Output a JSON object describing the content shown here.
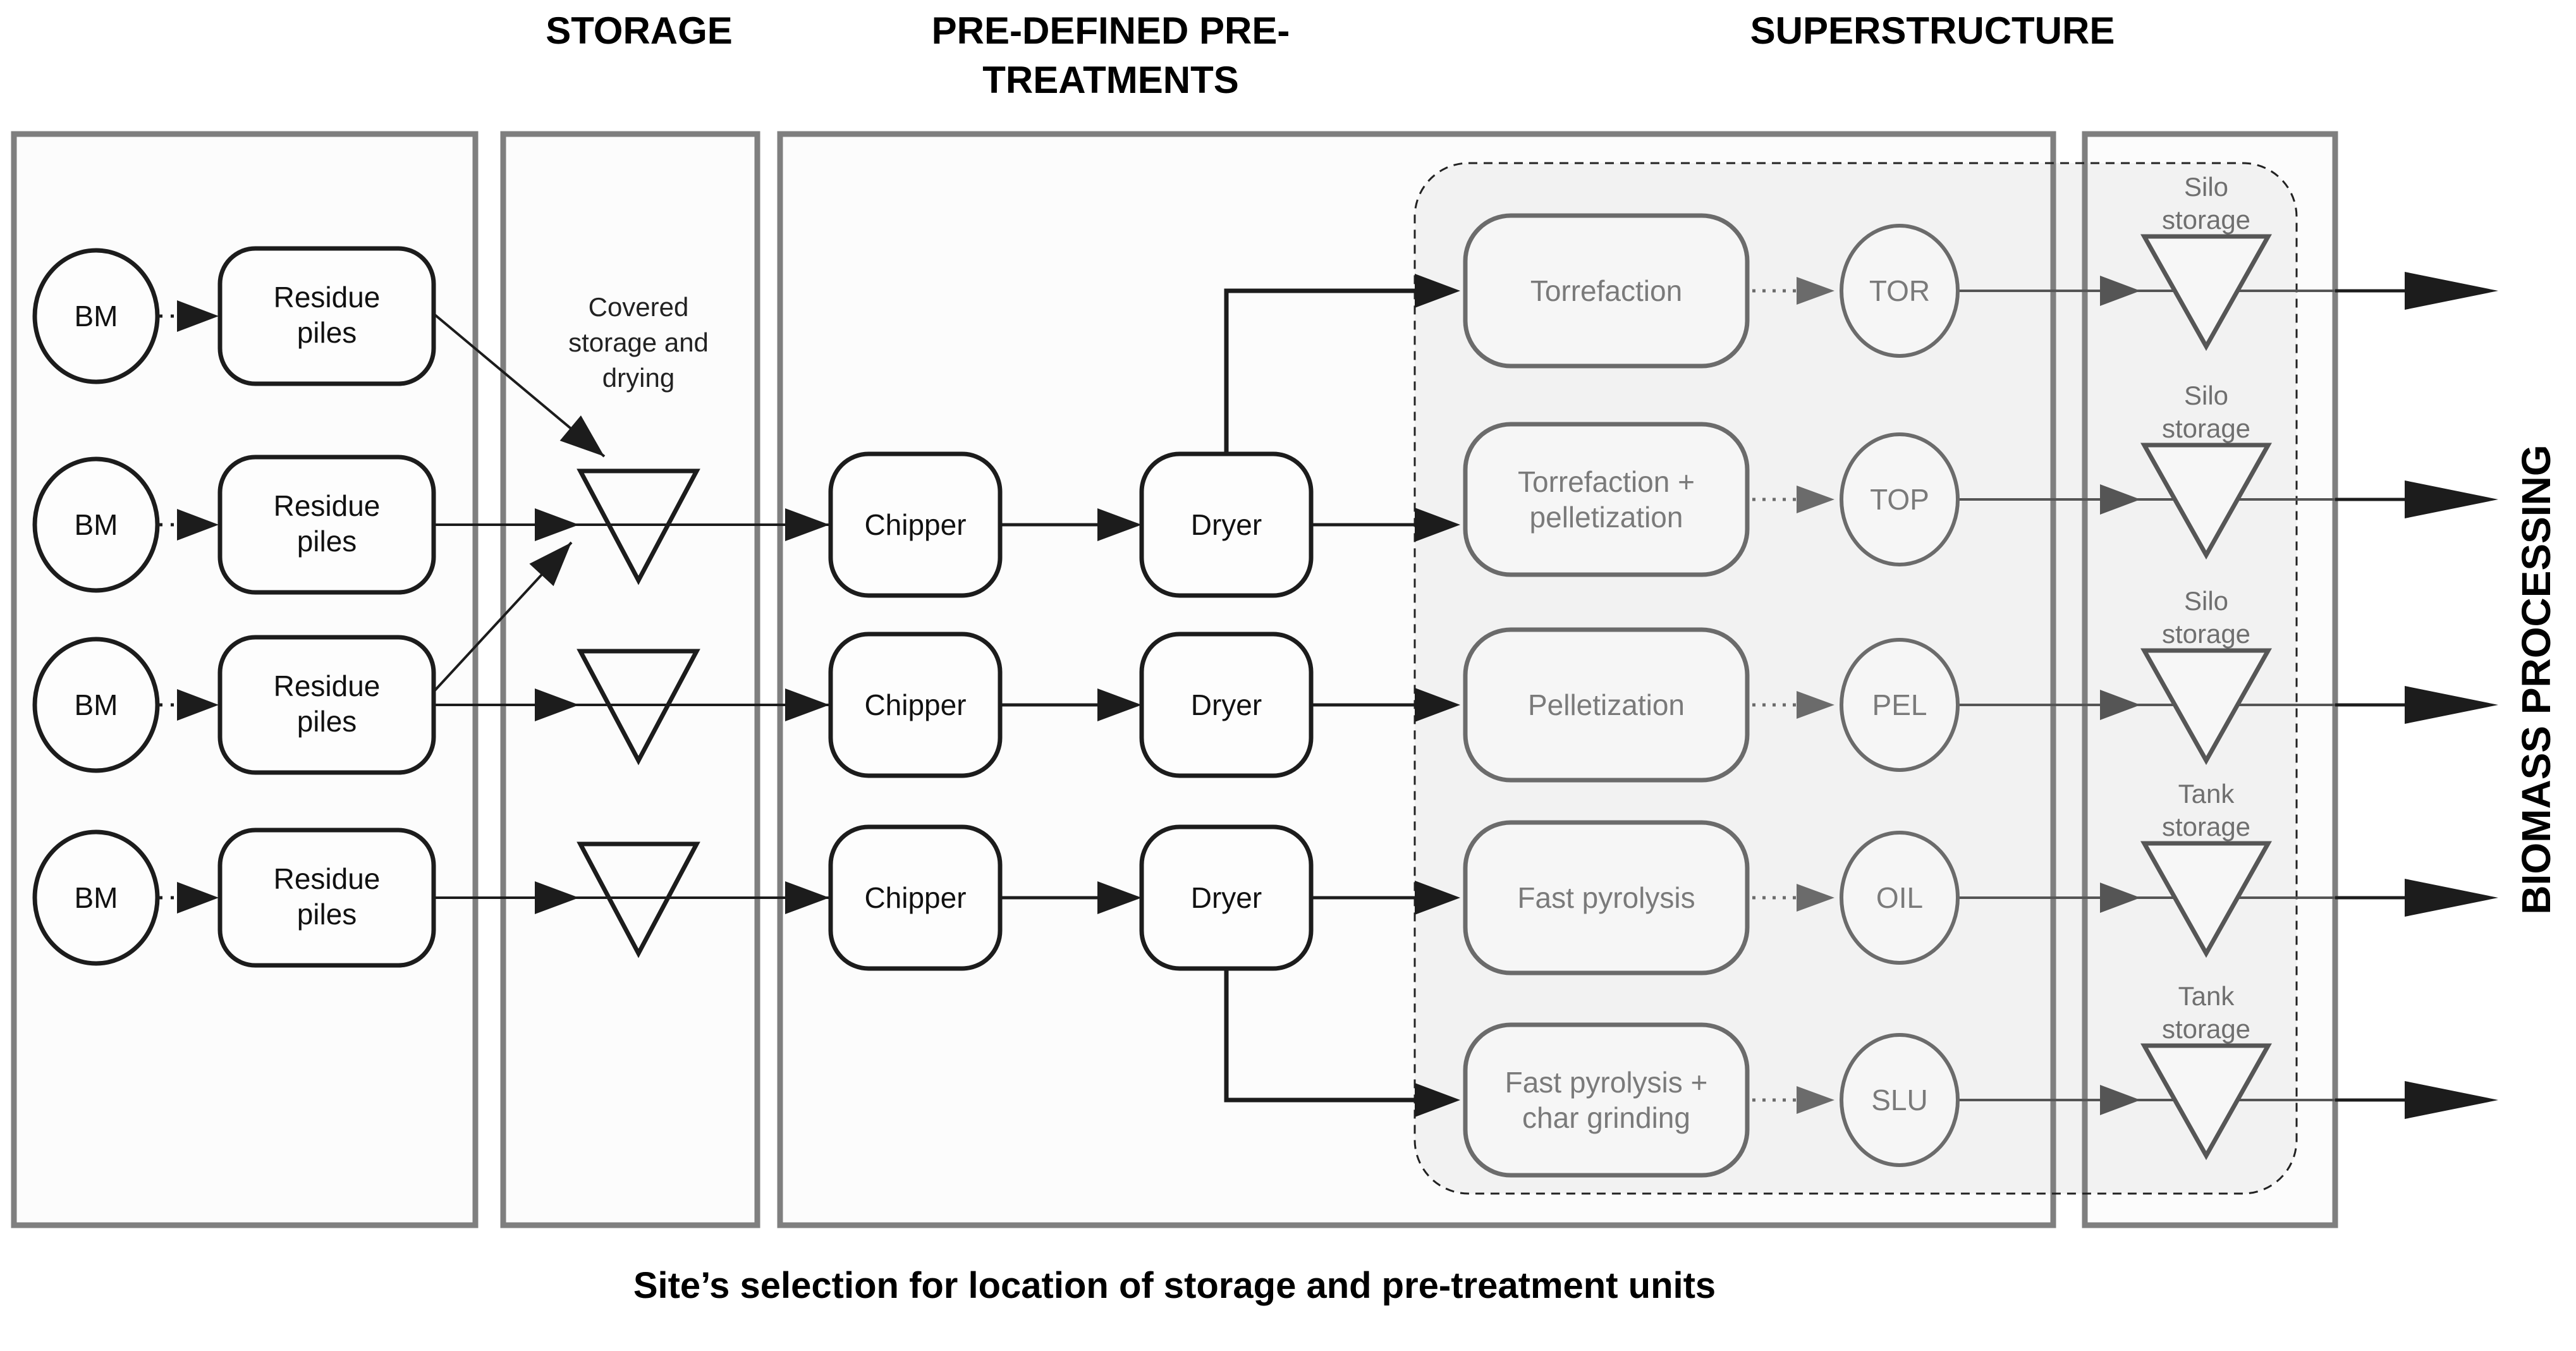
{
  "title_headers": {
    "storage": "STORAGE",
    "pretreatments": "PRE-DEFINED PRE-\nTREATMENTS",
    "superstructure": "SUPERSTRUCTURE"
  },
  "caption": "Site’s selection for location of storage and pre-treatment units",
  "side_label": "BIOMASS PROCESSING",
  "storage_column": {
    "note_lines": [
      "Covered",
      "storage and",
      "drying"
    ]
  },
  "sources": [
    {
      "input": "BM",
      "node_lines": [
        "Residue",
        "piles"
      ]
    },
    {
      "input": "BM",
      "node_lines": [
        "Residue",
        "piles"
      ]
    },
    {
      "input": "BM",
      "node_lines": [
        "Residue",
        "piles"
      ]
    },
    {
      "input": "BM",
      "node_lines": [
        "Residue",
        "piles"
      ]
    }
  ],
  "pretreatment_rows": [
    {
      "chipper": "Chipper",
      "dryer": "Dryer"
    },
    {
      "chipper": "Chipper",
      "dryer": "Dryer"
    },
    {
      "chipper": "Chipper",
      "dryer": "Dryer"
    }
  ],
  "superstructure_paths": [
    {
      "process_lines": [
        "Torrefaction"
      ],
      "code": "TOR",
      "storage_lines": [
        "Silo",
        "storage"
      ]
    },
    {
      "process_lines": [
        "Torrefaction +",
        "pelletization"
      ],
      "code": "TOP",
      "storage_lines": [
        "Silo",
        "storage"
      ]
    },
    {
      "process_lines": [
        "Pelletization"
      ],
      "code": "PEL",
      "storage_lines": [
        "Silo",
        "storage"
      ]
    },
    {
      "process_lines": [
        "Fast pyrolysis"
      ],
      "code": "OIL",
      "storage_lines": [
        "Tank",
        "storage"
      ]
    },
    {
      "process_lines": [
        "Fast pyrolysis +",
        "char grinding"
      ],
      "code": "SLU",
      "storage_lines": [
        "Tank",
        "storage"
      ]
    }
  ],
  "colors": {
    "black": "#1c1c1c",
    "panel_border": "#7f7f7f",
    "panel_fill": "#fcfcfc",
    "region_fill": "#f2f2f2",
    "gray_stroke": "#6b6b6b",
    "gray_text": "#7a7a7a",
    "dark_gray": "#555555",
    "label_gray": "#6f6f6f",
    "shape_fill": "#f6f6f6"
  }
}
